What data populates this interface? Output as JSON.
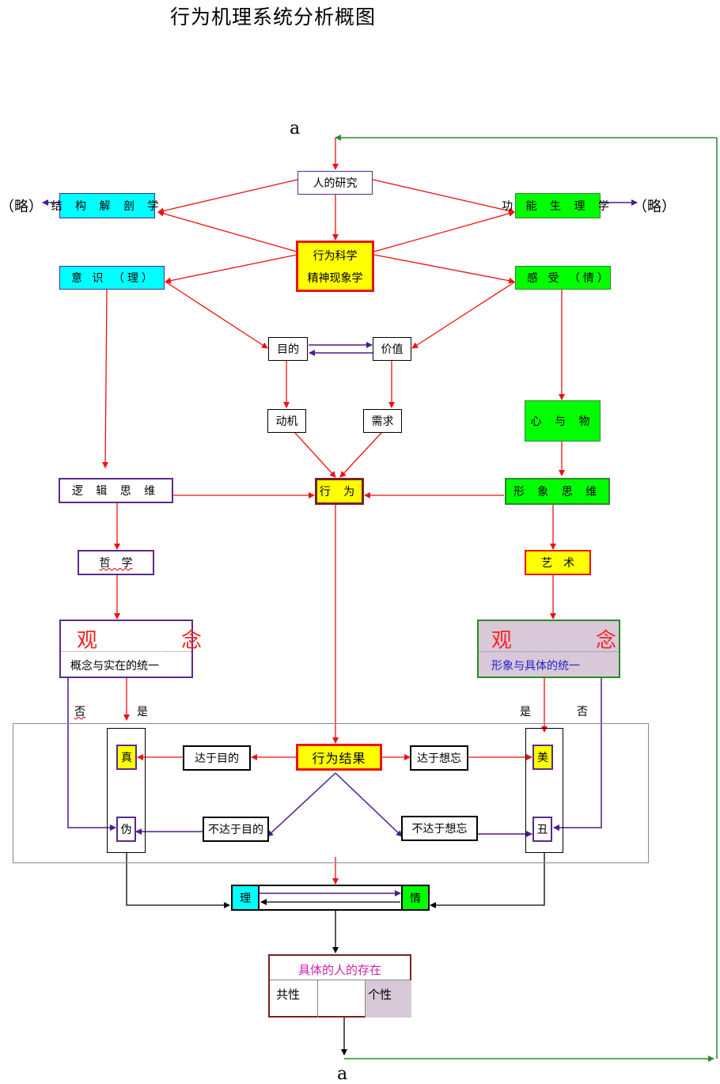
{
  "title": "行为机理系统分析概图",
  "a_top": "a",
  "a_bottom": "a",
  "nodes": {
    "research": "人的研究",
    "anatomy": "结 构 解 剖 学",
    "omit_left": "（略）",
    "physiology": "功 能 生 理 学",
    "omit_right": "（略）",
    "behavior_science_1": "行为科学",
    "behavior_science_2": "精神现象学",
    "consciousness": "意 识 （理）",
    "feeling": "感 受 （情）",
    "purpose": "目的",
    "value": "价值",
    "motive": "动机",
    "need": "需求",
    "mind_matter": "心 与 物",
    "logic_thinking": "逻 辑 思 维",
    "behavior": "行 为",
    "image_thinking": "形 象 思 维",
    "philosophy": "哲　学",
    "art": "艺　术",
    "notion_left_title": "观　念",
    "notion_left_sub": "概念与实在的统一",
    "notion_right_title": "观　念",
    "notion_right_sub": "形象与具体的统一",
    "no_left": "否",
    "yes_left": "是",
    "yes_right": "是",
    "no_right": "否",
    "true": "真",
    "false": "伪",
    "reach_goal": "达于目的",
    "behavior_result": "行为结果",
    "reach_want": "达于想忘",
    "beauty": "美",
    "ugly": "丑",
    "not_reach_goal": "不达于目的",
    "not_reach_want": "不达于想忘",
    "reason": "理",
    "emotion": "情",
    "concrete_person": "具体的人的存在",
    "commonality": "共性",
    "individuality": "个性"
  },
  "colors": {
    "cyan": "#00ffff",
    "green": "#00ff00",
    "yellow": "#ffff00",
    "red_line": "#ee1111",
    "purple_line": "#4b1c8a",
    "green_line": "#2e8b2e"
  }
}
